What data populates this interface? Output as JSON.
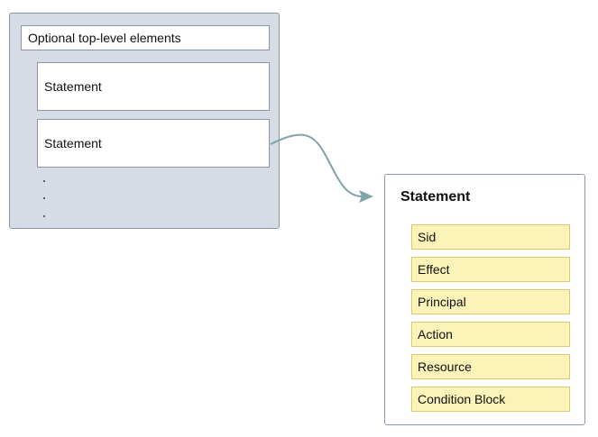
{
  "policy": {
    "top_level_label": "Optional top-level elements",
    "statements": [
      "Statement",
      "Statement"
    ],
    "ellipsis": [
      ".",
      ".",
      "."
    ]
  },
  "statement_detail": {
    "title": "Statement",
    "fields": [
      "Sid",
      "Effect",
      "Principal",
      "Action",
      "Resource",
      "Condition Block"
    ]
  },
  "colors": {
    "policy_background": "#d6dce6",
    "border": "#8a96a8",
    "field_background": "#fbf3b8",
    "field_border": "#dcc970",
    "connector": "#7fa3a6"
  }
}
